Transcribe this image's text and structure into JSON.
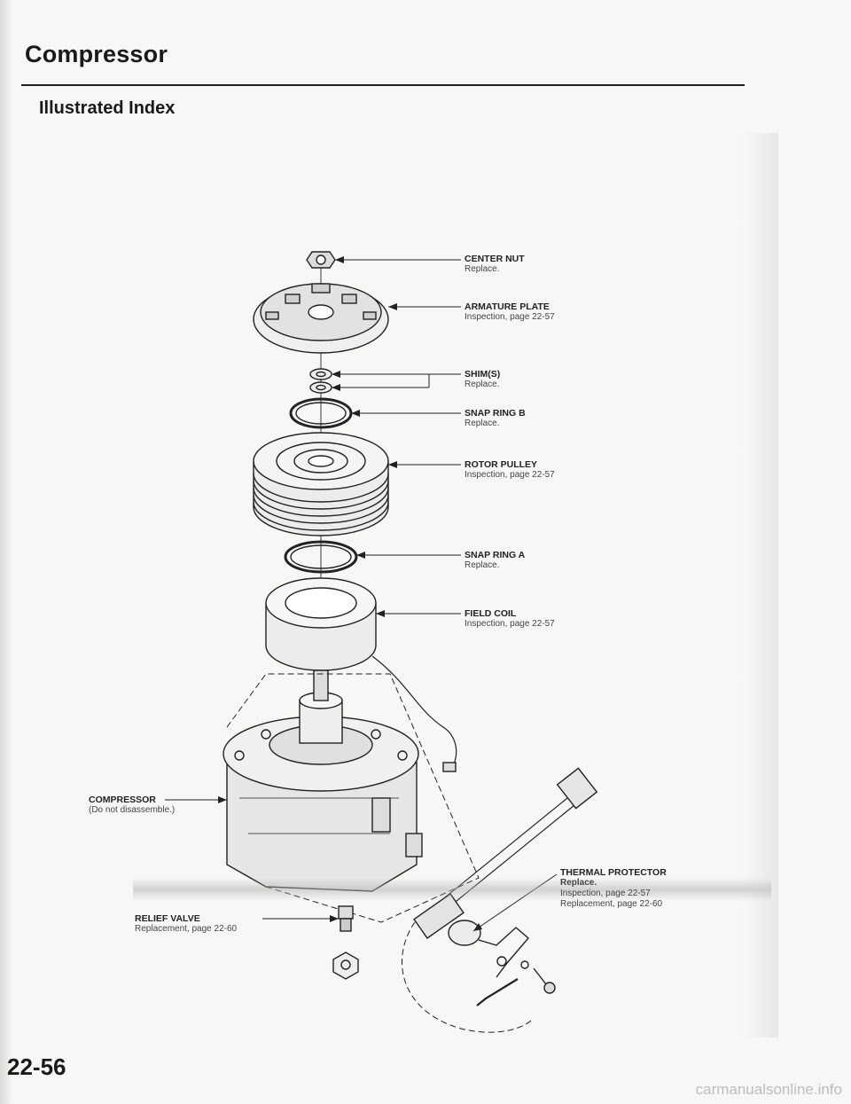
{
  "header": {
    "title": "Compressor",
    "section": "Illustrated Index"
  },
  "parts": {
    "center_nut": {
      "name": "CENTER NUT",
      "note": "Replace."
    },
    "armature_plate": {
      "name": "ARMATURE PLATE",
      "note": "Inspection, page 22-57"
    },
    "shims": {
      "name": "SHIM(S)",
      "note": "Replace."
    },
    "snap_ring_b": {
      "name": "SNAP RING B",
      "note": "Replace."
    },
    "rotor_pulley": {
      "name": "ROTOR PULLEY",
      "note": "Inspection, page 22-57"
    },
    "snap_ring_a": {
      "name": "SNAP RING A",
      "note": "Replace."
    },
    "field_coil": {
      "name": "FIELD COIL",
      "note": "Inspection, page 22-57"
    },
    "compressor": {
      "name": "COMPRESSOR",
      "note": "(Do not disassemble.)"
    },
    "thermal_protector": {
      "name": "THERMAL PROTECTOR",
      "note1": "Replace.",
      "note2": "Inspection, page 22-57",
      "note3": "Replacement, page 22-60"
    },
    "relief_valve": {
      "name": "RELIEF VALVE",
      "note": "Replacement, page 22-60"
    }
  },
  "footer": {
    "page_number": "22-56",
    "watermark": "carmanualsonline.info"
  }
}
